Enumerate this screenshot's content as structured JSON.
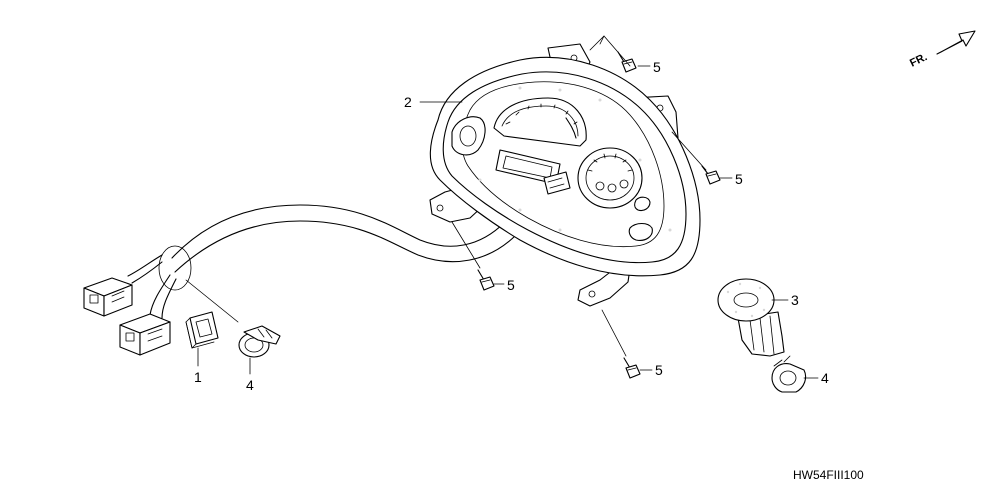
{
  "diagram": {
    "orientation_label": "FR.",
    "diagram_code": "HW54FIII100",
    "callouts": {
      "c1": "1",
      "c2": "2",
      "c3": "3",
      "c4a": "4",
      "c4b": "4",
      "c5a": "5",
      "c5b": "5",
      "c5c": "5",
      "c5d": "5"
    }
  }
}
